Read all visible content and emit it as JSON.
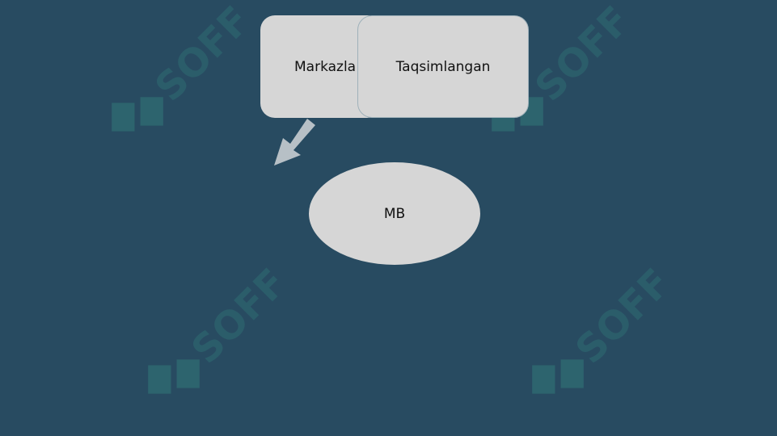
{
  "diagram": {
    "nodes": [
      {
        "id": "left",
        "label": "Markazla"
      },
      {
        "id": "right",
        "label": "Taqsimlangan"
      },
      {
        "id": "center",
        "label": "MB"
      }
    ]
  },
  "watermark": {
    "text": "SOFF"
  },
  "colors": {
    "background": "#284b61",
    "node": "#d6d6d6",
    "arrow": "#b7c0c6",
    "watermark": "#2f6c73"
  }
}
